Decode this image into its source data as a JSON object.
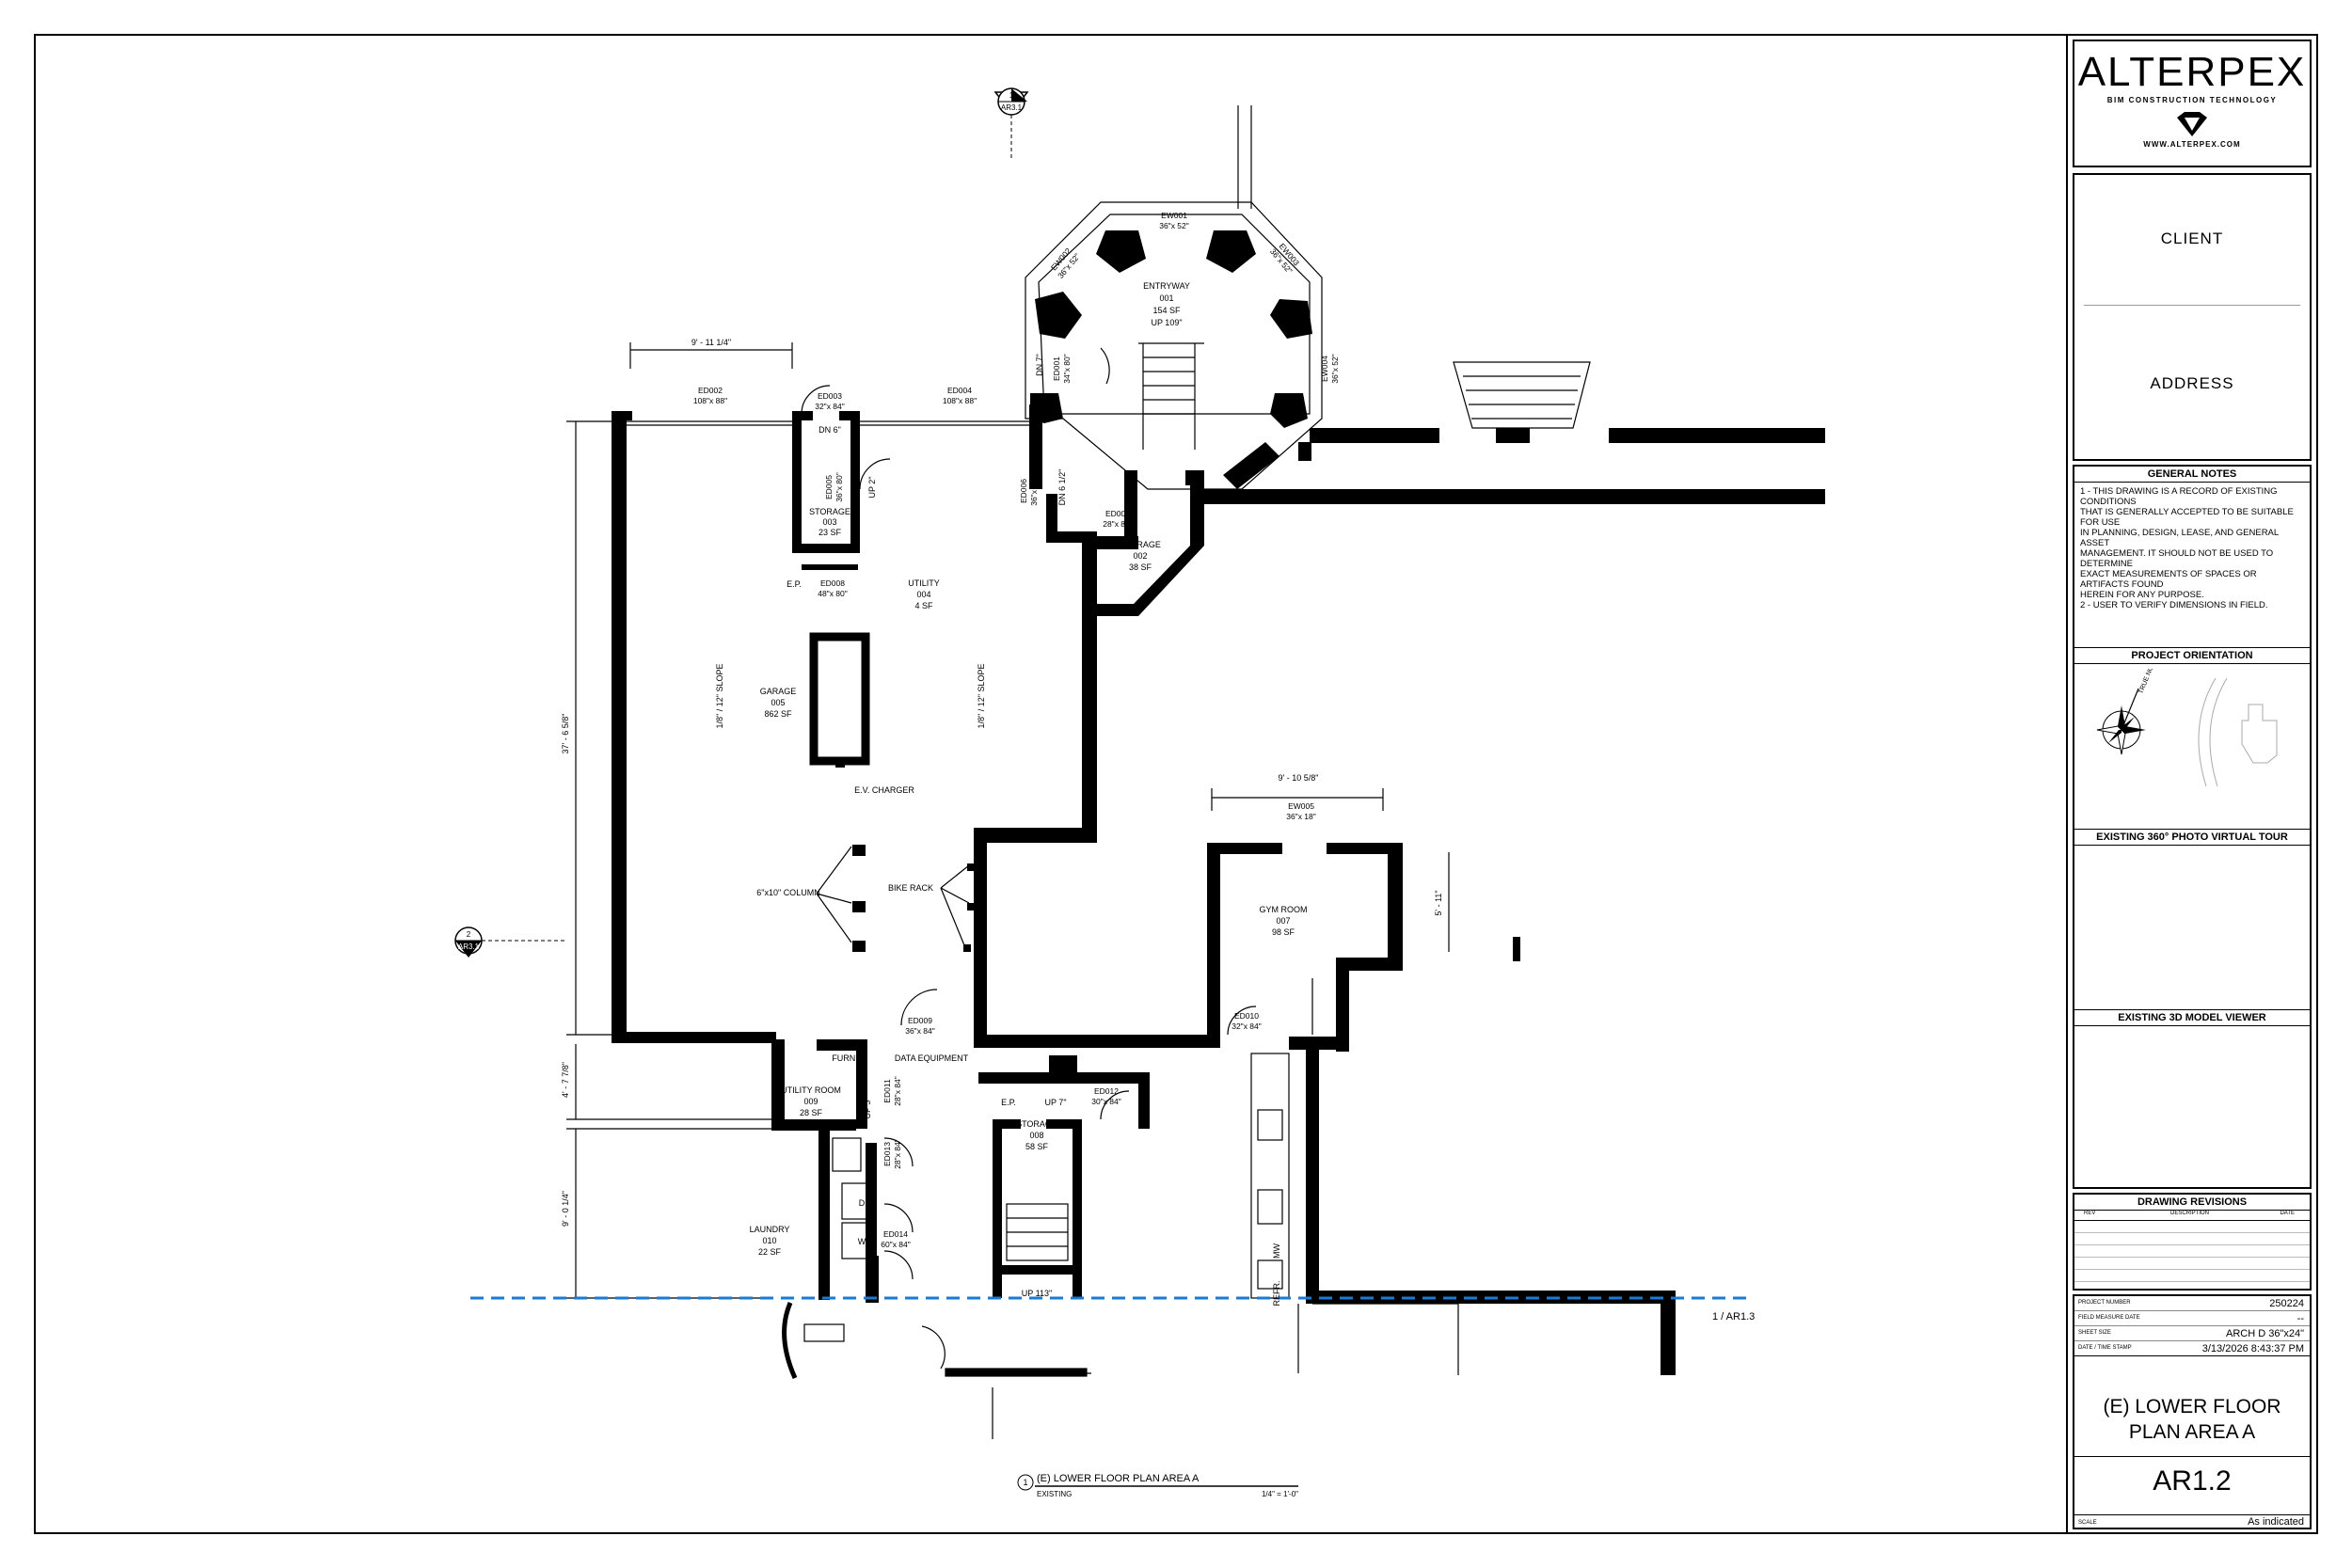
{
  "brand": {
    "name": "ALTERPEX",
    "tagline": "BIM CONSTRUCTION TECHNOLOGY",
    "url": "WWW.ALTERPEX.COM"
  },
  "title_block": {
    "client_label": "CLIENT",
    "address_label": "ADDRESS",
    "general_notes_title": "GENERAL NOTES",
    "general_notes": [
      "1 - THIS DRAWING IS A RECORD OF EXISTING CONDITIONS",
      "THAT IS GENERALLY ACCEPTED TO BE SUITABLE FOR USE",
      "IN PLANNING, DESIGN, LEASE, AND GENERAL ASSET",
      "MANAGEMENT. IT SHOULD NOT BE USED TO DETERMINE",
      "EXACT MEASUREMENTS OF SPACES OR ARTIFACTS FOUND",
      "HEREIN FOR ANY PURPOSE.",
      "2 - USER TO VERIFY DIMENSIONS IN FIELD."
    ],
    "project_orientation": "PROJECT ORIENTATION",
    "true_north": "TRUE NORTH",
    "photo_tour": "EXISTING 360° PHOTO VIRTUAL TOUR",
    "model_viewer": "EXISTING 3D MODEL VIEWER",
    "drawing_revisions": "DRAWING REVISIONS",
    "rev_cols": [
      "REV",
      "DESCRIPTION",
      "DATE"
    ],
    "project_number_label": "PROJECT NUMBER",
    "project_number": "250224",
    "field_measure_label": "FIELD MEASURE DATE",
    "field_measure": "--",
    "sheet_size_label": "SHEET SIZE",
    "sheet_size": "ARCH D 36\"x24\"",
    "timestamp_label": "DATE / TIME STAMP",
    "timestamp": "3/13/2026 8:43:37 PM",
    "sheet_title_1": "(E) LOWER  FLOOR",
    "sheet_title_2": "PLAN AREA A",
    "sheet_number": "AR1.2",
    "scale_label": "SCALE",
    "scale": "As indicated"
  },
  "plan": {
    "view_marker_top_num": "1",
    "view_marker_top_ref": "AR3.1",
    "view_marker_left_num": "2",
    "view_marker_left_ref": "AR3.1",
    "section_ref": "1 / AR1.3",
    "title_num": "1",
    "title": "(E) LOWER  FLOOR PLAN AREA A",
    "title_sub": "EXISTING",
    "title_scale": "1/4\" = 1'-0\"",
    "dims": {
      "top_left": "9' - 11 1/4\"",
      "left_tall": "37' - 6 5/8\"",
      "left_mid": "4' - 7 7/8\"",
      "left_low": "9' - 0 1/4\"",
      "gym_top": "9' - 10 5/8\"",
      "gym_side": "5' - 11\""
    },
    "rooms": [
      {
        "name": "ENTRYWAY",
        "num": "001",
        "area": "154 SF",
        "extra": "UP 109\""
      },
      {
        "name": "STORAGE",
        "num": "003",
        "area": "23 SF"
      },
      {
        "name": "STORAGE",
        "num": "002",
        "area": "38 SF"
      },
      {
        "name": "UTILITY",
        "num": "004",
        "area": "4 SF"
      },
      {
        "name": "GARAGE",
        "num": "005",
        "area": "862 SF"
      },
      {
        "name": "GYM ROOM",
        "num": "007",
        "area": "98 SF"
      },
      {
        "name": "UTILITY ROOM",
        "num": "009",
        "area": "28 SF"
      },
      {
        "name": "STORAGE",
        "num": "008",
        "area": "58 SF"
      },
      {
        "name": "LAUNDRY",
        "num": "010",
        "area": "22 SF"
      }
    ],
    "openings": {
      "ew001": [
        "EW001",
        "36\"x 52\""
      ],
      "ew002": [
        "EW002",
        "36\"x 52\""
      ],
      "ew003": [
        "EW003",
        "36\"x 52\""
      ],
      "ew004": [
        "EW004",
        "36\"x 52\""
      ],
      "ew005": [
        "EW005",
        "36\"x 18\""
      ],
      "ed001": [
        "ED001",
        "34\"x 80\""
      ],
      "ed002": [
        "ED002",
        "108\"x 88\""
      ],
      "ed003": [
        "ED003",
        "32\"x 84\""
      ],
      "ed004": [
        "ED004",
        "108\"x 88\""
      ],
      "ed005": [
        "ED005",
        "36\"x 80\""
      ],
      "ed006": [
        "ED006",
        "36\"x 84\""
      ],
      "ed007": [
        "ED007",
        "28\"x 84\""
      ],
      "ed008": [
        "ED008",
        "48\"x 80\""
      ],
      "ed009": [
        "ED009",
        "36\"x 84\""
      ],
      "ed010": [
        "ED010",
        "32\"x 84\""
      ],
      "ed011": [
        "ED011",
        "28\"x 84\""
      ],
      "ed012": [
        "ED012",
        "30\"x 84\""
      ],
      "ed013": [
        "ED013",
        "28\"x 84\""
      ],
      "ed014": [
        "ED014",
        "60\"x 84\""
      ]
    },
    "labels": {
      "dn6": "DN 6\"",
      "up2": "UP 2\"",
      "dn7": "DN 7\"",
      "dn6half": "DN 6 1/2\"",
      "ep1": "E.P.",
      "ep2": "E.P.",
      "slope1": "1/8\" / 12\" SLOPE",
      "slope2": "1/8\" / 12\" SLOPE",
      "ev": "E.V. CHARGER",
      "column": "6\"x10\" COLUMN",
      "bike": "BIKE RACK",
      "furn": "FURN.",
      "data": "DATA EQUIPMENT",
      "up5": "UP 5\"",
      "up7": "UP 7\"",
      "up113": "UP 113\"",
      "d": "D",
      "w": "W",
      "mw": "MW",
      "refr": "REFR."
    }
  }
}
